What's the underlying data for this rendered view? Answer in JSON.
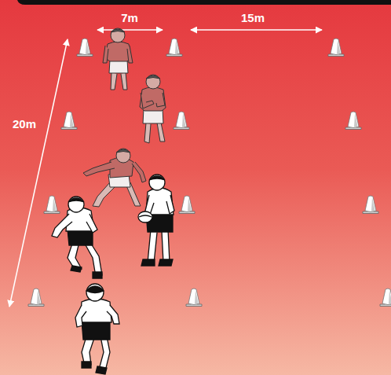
{
  "diagram": {
    "labels": [
      "7m",
      "15m",
      "20m"
    ]
  }
}
